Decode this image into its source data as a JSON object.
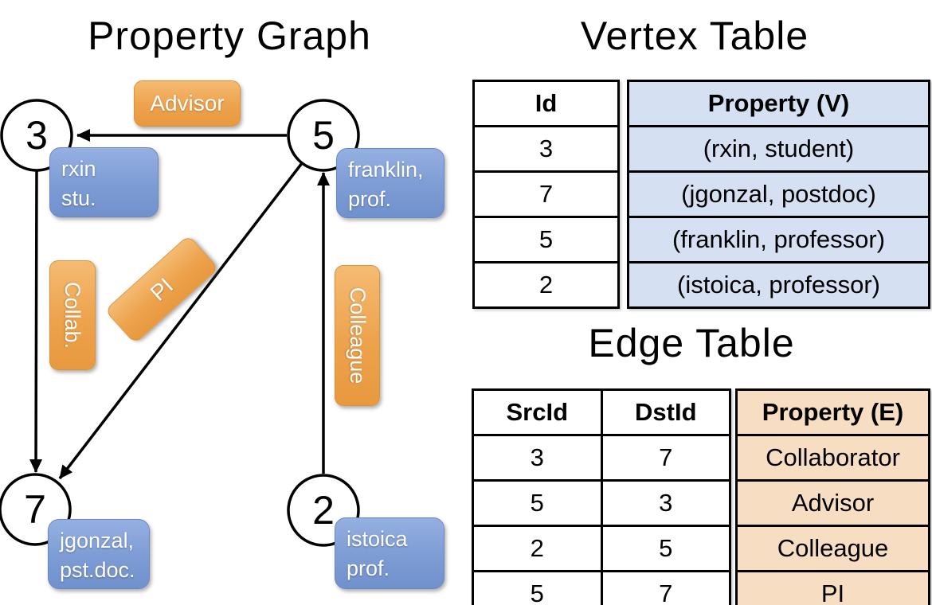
{
  "graph": {
    "title": "Property Graph",
    "vertices": {
      "v3": {
        "id": "3",
        "line1": "rxin",
        "line2": "stu."
      },
      "v5": {
        "id": "5",
        "line1": "franklin,",
        "line2": "prof."
      },
      "v7": {
        "id": "7",
        "line1": "jgonzal,",
        "line2": "pst.doc."
      },
      "v2": {
        "id": "2",
        "line1": "istoica",
        "line2": "prof."
      }
    },
    "edge_labels": {
      "advisor": "Advisor",
      "collab": "Collab.",
      "pi": "PI",
      "colleague": "Colleague"
    }
  },
  "vertex_table": {
    "title": "Vertex Table",
    "col_id": "Id",
    "col_property": "Property (V)",
    "ids": [
      "3",
      "7",
      "5",
      "2"
    ],
    "properties": [
      "(rxin, student)",
      "(jgonzal, postdoc)",
      "(franklin, professor)",
      "(istoica, professor)"
    ]
  },
  "edge_table": {
    "title": "Edge Table",
    "col_src": "SrcId",
    "col_dst": "DstId",
    "col_property": "Property (E)",
    "src_ids": [
      "3",
      "5",
      "2",
      "5"
    ],
    "dst_ids": [
      "7",
      "3",
      "5",
      "7"
    ],
    "properties": [
      "Collaborator",
      "Advisor",
      "Colleague",
      "PI"
    ]
  },
  "colors": {
    "edge_label_box_top": "#F5BB73",
    "edge_label_box_bottom": "#E8993F",
    "vertex_label_box_top": "#95AFE1",
    "vertex_label_box_bottom": "#7191CD",
    "vertex_property_cell_bg": "#D5E0F2",
    "edge_property_cell_bg": "#F7DEC2",
    "line_color": "#000000"
  }
}
